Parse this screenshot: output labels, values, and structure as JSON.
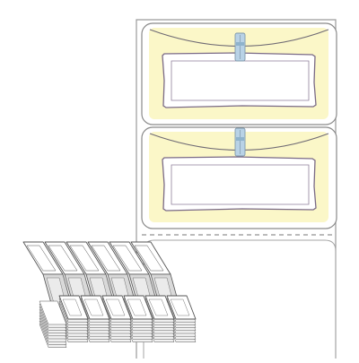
{
  "product": {
    "illustration": "fanfold-tag-labels-with-clothespin",
    "label_count_shown": 2,
    "stack_columns": 6,
    "stack_layers": 9
  },
  "colors": {
    "background": "#ffffff",
    "liner_outline": "#9a9a9a",
    "label_face": "#fbf7c8",
    "label_border": "#8a8a8a",
    "window_fill": "#ffffff",
    "window_outline": "#7a6a86",
    "string": "#6f6a74",
    "clip": "#b8d2e6",
    "clip_outline": "#7f98aa",
    "perforation": "#777777",
    "stack_fill": "#f2f2f2",
    "stack_outline": "#555555",
    "stack_shadow": "#d9d9d9"
  }
}
